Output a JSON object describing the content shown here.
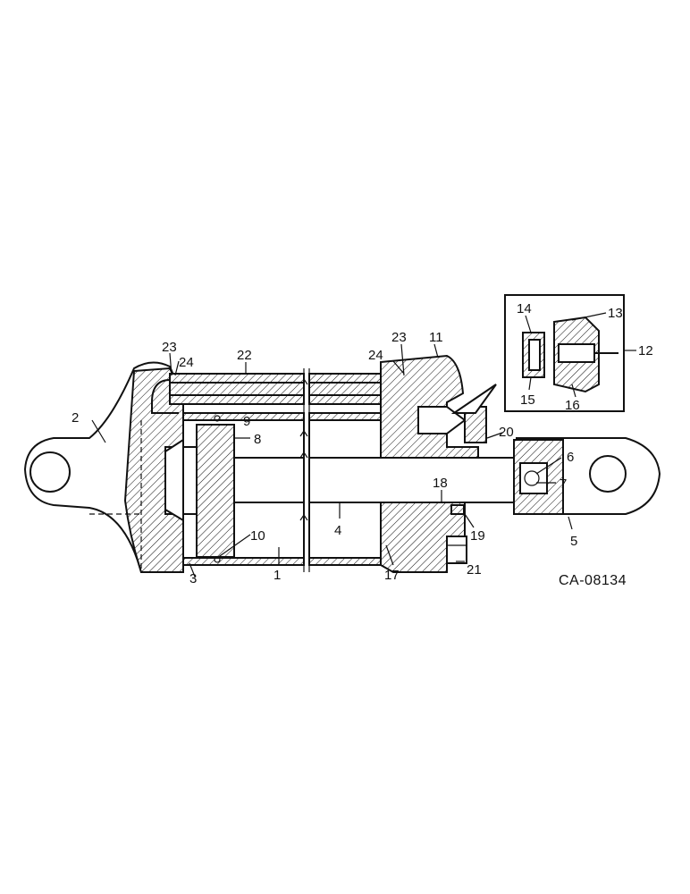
{
  "drawing_ref": "CA-08134",
  "callouts": [
    "1",
    "2",
    "3",
    "4",
    "5",
    "6",
    "7",
    "8",
    "9",
    "10",
    "11",
    "12",
    "13",
    "14",
    "15",
    "16",
    "17",
    "18",
    "19",
    "20",
    "21",
    "22",
    "23",
    "24"
  ],
  "colors": {
    "ink": "#111111",
    "paper": "#ffffff"
  }
}
